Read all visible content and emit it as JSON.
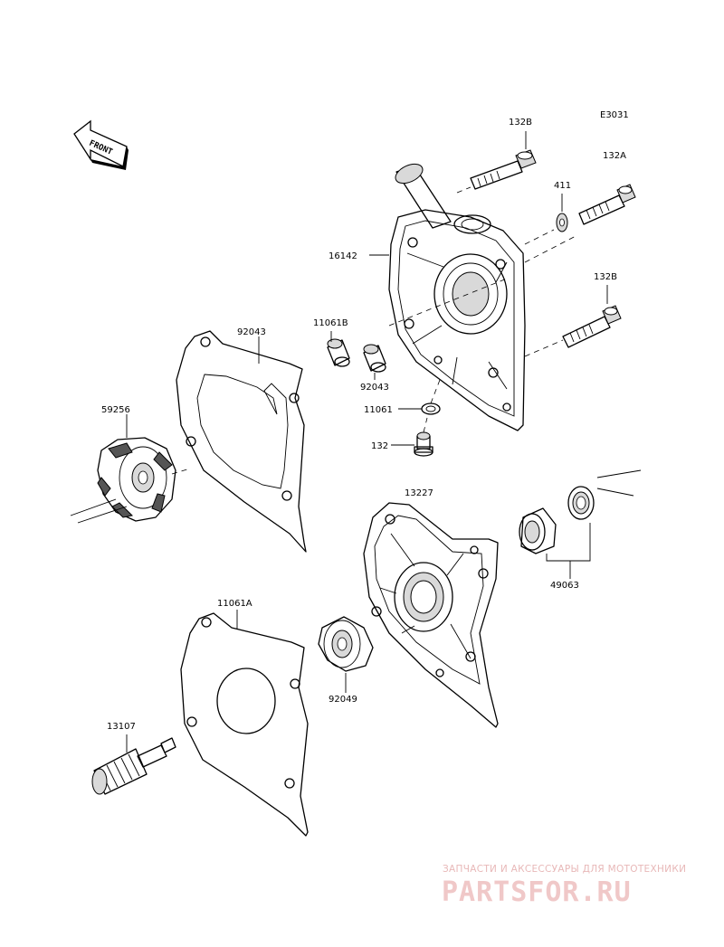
{
  "diagram": {
    "code": "E3031",
    "front_label": "FRONT",
    "parts": [
      {
        "id": "p_132b_top",
        "number": "132B"
      },
      {
        "id": "p_132a",
        "number": "132A"
      },
      {
        "id": "p_411",
        "number": "411"
      },
      {
        "id": "p_16142",
        "number": "16142"
      },
      {
        "id": "p_132b_mid",
        "number": "132B"
      },
      {
        "id": "p_11061b",
        "number": "11061B"
      },
      {
        "id": "p_92043_a",
        "number": "92043"
      },
      {
        "id": "p_92043_b",
        "number": "92043"
      },
      {
        "id": "p_11061",
        "number": "11061"
      },
      {
        "id": "p_132",
        "number": "132"
      },
      {
        "id": "p_59256",
        "number": "59256"
      },
      {
        "id": "p_13227",
        "number": "13227"
      },
      {
        "id": "p_49063",
        "number": "49063"
      },
      {
        "id": "p_11061a",
        "number": "11061A"
      },
      {
        "id": "p_92049",
        "number": "92049"
      },
      {
        "id": "p_13107",
        "number": "13107"
      }
    ]
  },
  "watermark": {
    "subtitle": "ЗАПЧАСТИ И АКСЕССУАРЫ ДЛЯ МОТОТЕХНИКИ",
    "brand": "PARTSFOR.RU"
  }
}
